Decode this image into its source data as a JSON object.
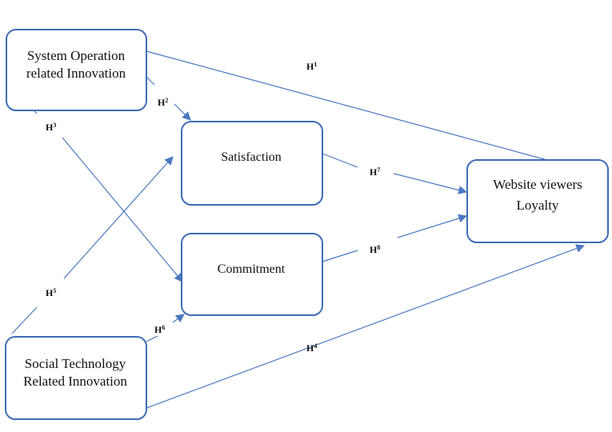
{
  "colors": {
    "node_border": "#3f6db5",
    "arrow": "#4a78c0",
    "text": "#111111"
  },
  "nodes": {
    "system_op": {
      "line1": "System Operation",
      "line2": "related Innovation"
    },
    "satisfaction": {
      "label": "Satisfaction"
    },
    "commitment": {
      "label": "Commitment"
    },
    "social_tech": {
      "line1": "Social Technology",
      "line2": "Related Innovation"
    },
    "loyalty": {
      "line1": "Website viewers",
      "line2": "Loyalty"
    }
  },
  "hypotheses": {
    "h1": {
      "letter": "H",
      "num": "1"
    },
    "h2": {
      "letter": "H",
      "num": "2"
    },
    "h3": {
      "letter": "H",
      "num": "3"
    },
    "h4": {
      "letter": "H",
      "num": "4"
    },
    "h5": {
      "letter": "H",
      "num": "5"
    },
    "h6": {
      "letter": "H",
      "num": "6"
    },
    "h7": {
      "letter": "H",
      "num": "7"
    },
    "h8": {
      "letter": "H",
      "num": "8"
    }
  }
}
